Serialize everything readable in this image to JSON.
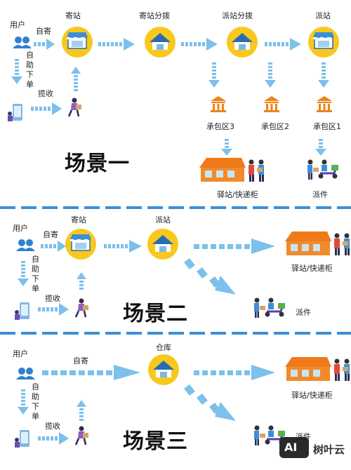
{
  "colors": {
    "circle_fill": "#f8c81e",
    "arrow_blue": "#7cc0ec",
    "divider_blue": "#3d8fd6",
    "house_orange": "#f07a1a",
    "store_blue": "#3b8fd8",
    "bank_orange": "#f0821a"
  },
  "scene1": {
    "title": "场景一",
    "user": "用户",
    "self_send": "自寄",
    "self_order": "自助下单",
    "pickup": "揽收",
    "n_drop": "寄站",
    "n_drop_sort": "寄站分拨",
    "n_del_sort": "派站分拨",
    "n_del": "派站",
    "zone3": "承包区3",
    "zone2": "承包区2",
    "zone1": "承包区1",
    "locker": "驿站/快递柜",
    "deliver": "派件"
  },
  "scene2": {
    "title": "场景二",
    "user": "用户",
    "self_send": "自寄",
    "self_order": "自助下单",
    "pickup": "揽收",
    "n_drop": "寄站",
    "n_del": "派站",
    "locker": "驿站/快递柜",
    "deliver": "派件"
  },
  "scene3": {
    "title": "场景三",
    "user": "用户",
    "self_send": "自寄",
    "self_order": "自助下单",
    "pickup": "揽收",
    "n_warehouse": "仓库",
    "locker": "驿站/快递柜",
    "deliver": "派件"
  },
  "watermark": {
    "badge": "AI",
    "name": "树叶云"
  }
}
